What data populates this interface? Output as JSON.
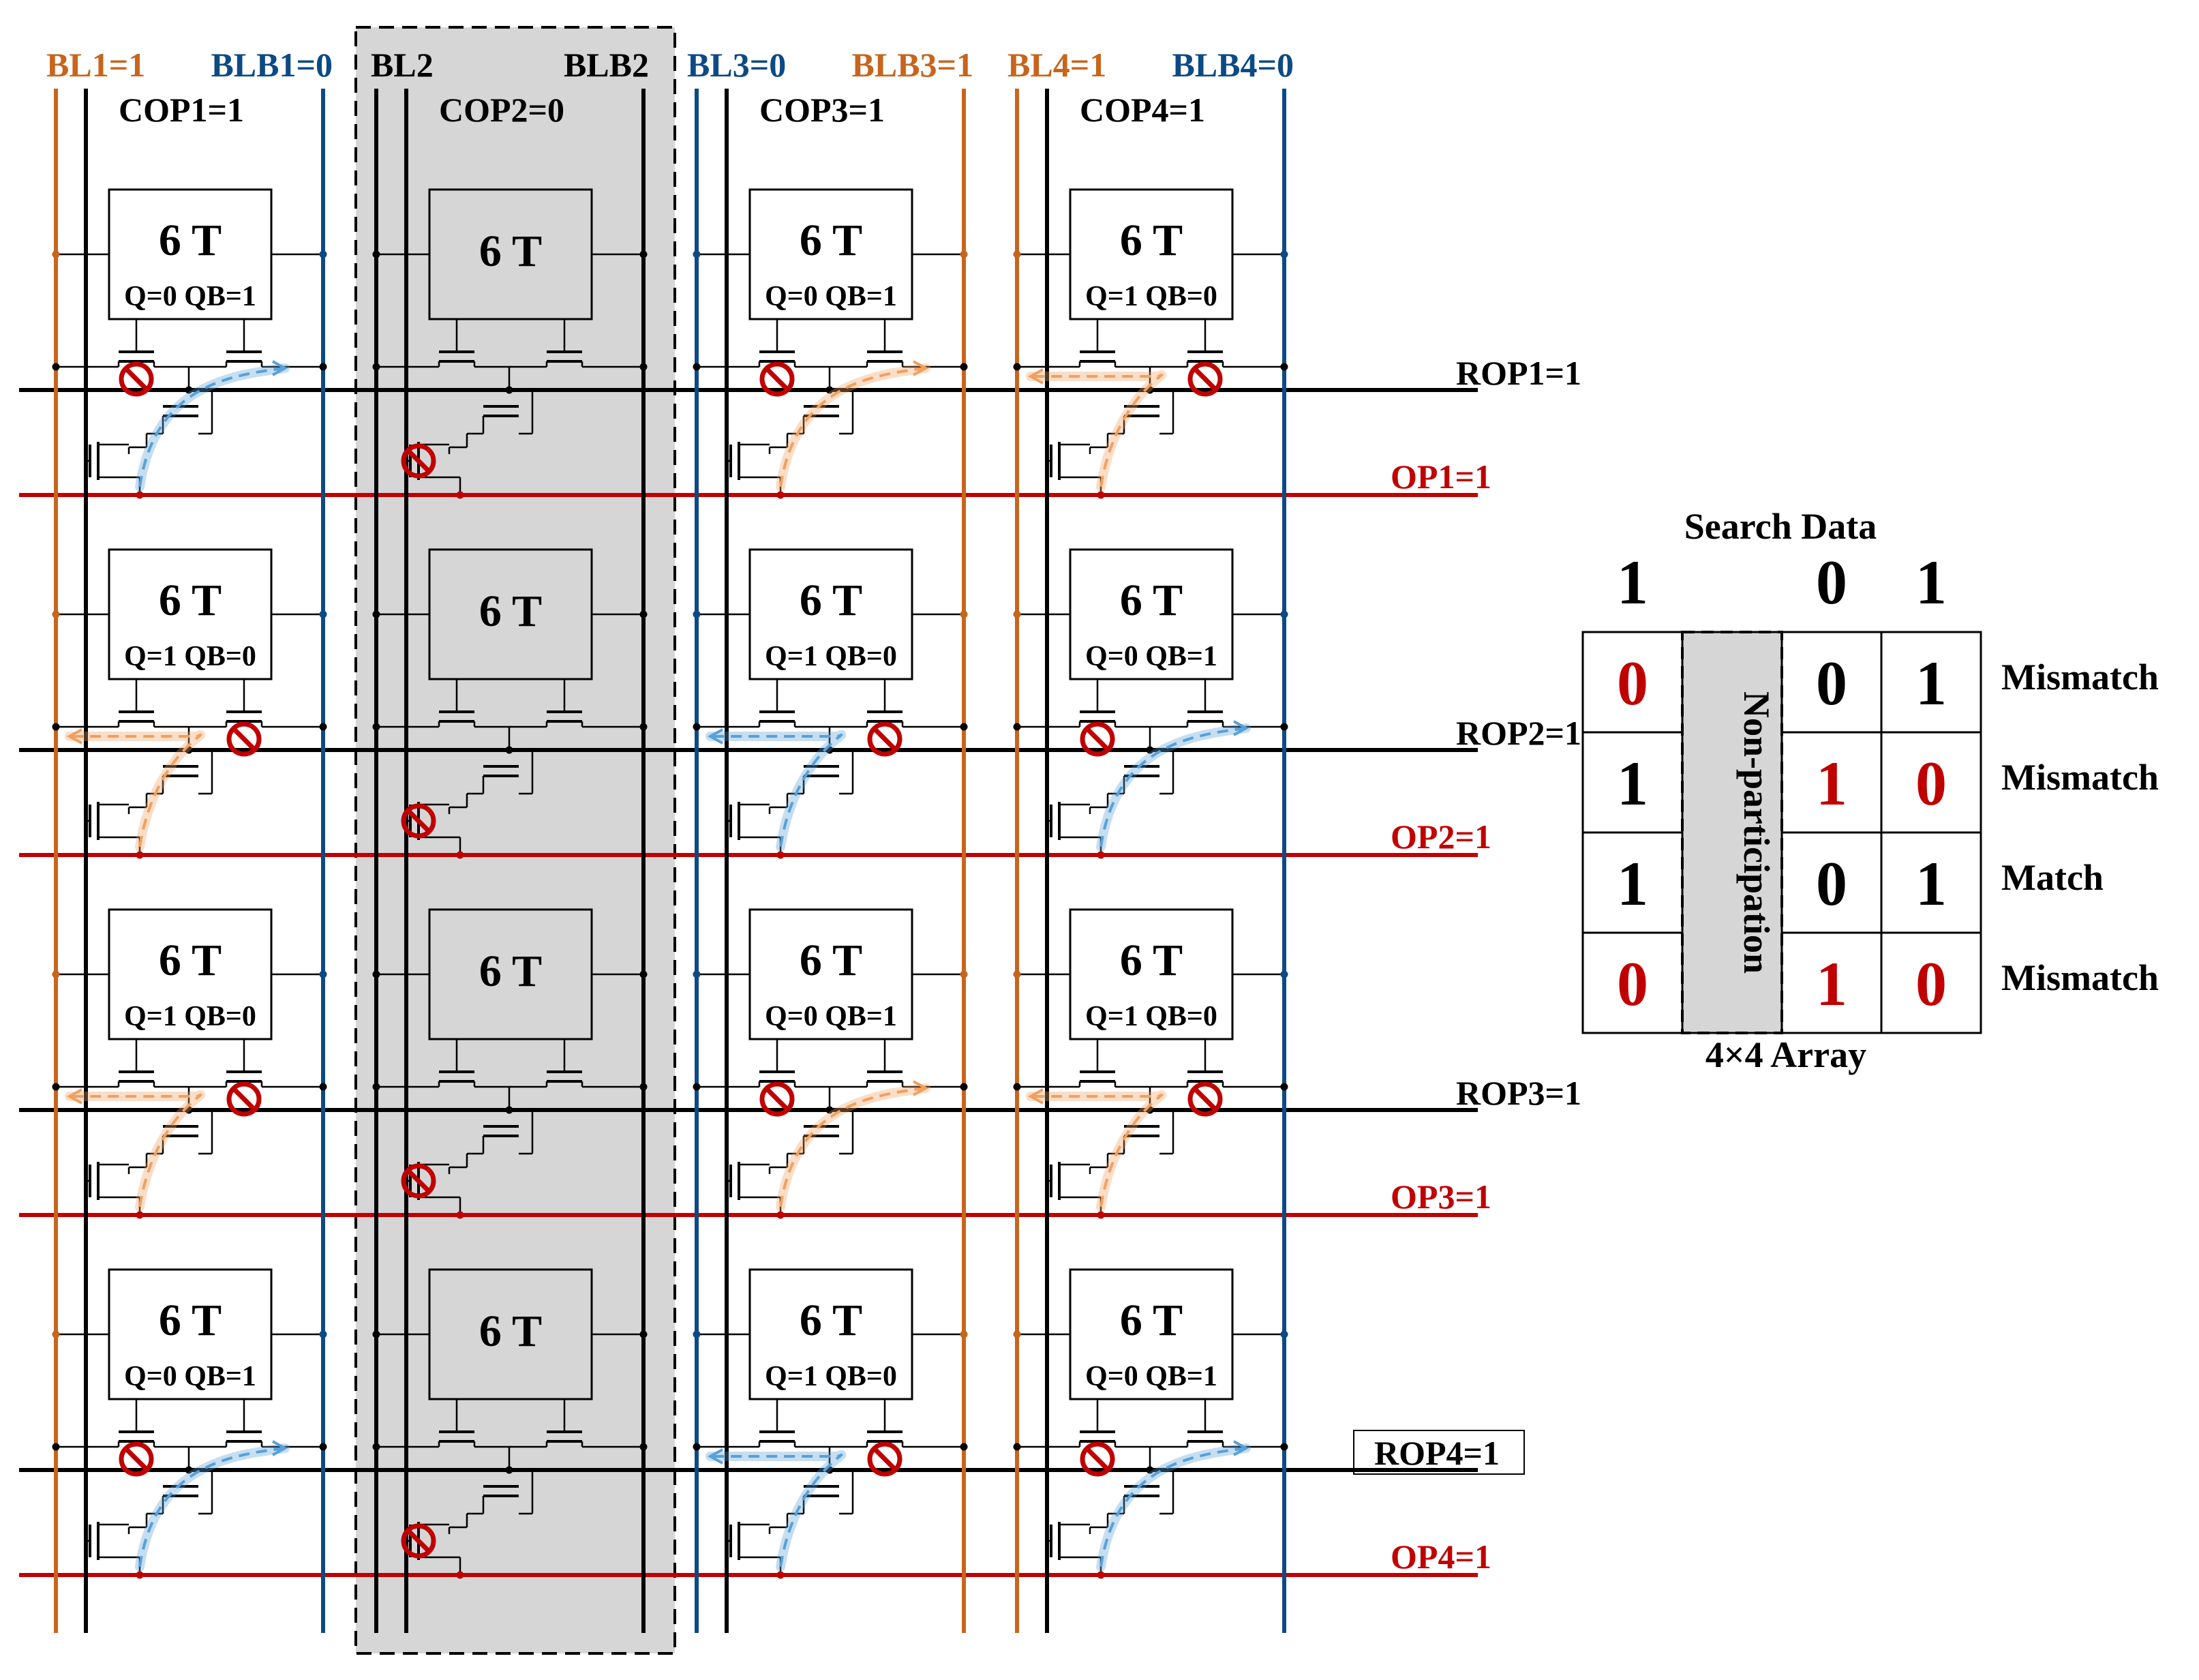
{
  "colors": {
    "bl": "#c7651d",
    "blb": "#0d4a85",
    "red": "#c00000",
    "black": "#000000",
    "shade": "#d6d6d6",
    "flow_blue": "#5aa0d8",
    "flow_orange": "#f0a060"
  },
  "columns": [
    {
      "bl_label": "BL1=1",
      "blb_label": "BLB1=0",
      "cop_label": "COP1=1",
      "bl_color": "bl",
      "blb_color": "blb",
      "participates": true
    },
    {
      "bl_label": "BL2",
      "blb_label": "BLB2",
      "cop_label": "COP2=0",
      "bl_color": "black",
      "blb_color": "black",
      "participates": false
    },
    {
      "bl_label": "BL3=0",
      "blb_label": "BLB3=1",
      "cop_label": "COP3=1",
      "bl_color": "blb",
      "blb_color": "bl",
      "participates": true
    },
    {
      "bl_label": "BL4=1",
      "blb_label": "BLB4=0",
      "cop_label": "COP4=1",
      "bl_color": "bl",
      "blb_color": "blb",
      "participates": true
    }
  ],
  "rows": [
    {
      "rop_label": "ROP1=1",
      "op_label": "OP1=1",
      "rop_boxed": false
    },
    {
      "rop_label": "ROP2=1",
      "op_label": "OP2=1",
      "rop_boxed": false
    },
    {
      "rop_label": "ROP3=1",
      "op_label": "OP3=1",
      "rop_boxed": false
    },
    {
      "rop_label": "ROP4=1",
      "op_label": "OP4=1",
      "rop_boxed": true
    }
  ],
  "cell_name": "6 T",
  "cells": [
    [
      {
        "state": "Q=0 QB=1",
        "off": "left",
        "flow": "right",
        "flow_color": "flow_blue"
      },
      {
        "state": "",
        "off": "",
        "flow": "",
        "flow_color": ""
      },
      {
        "state": "Q=0 QB=1",
        "off": "left",
        "flow": "right",
        "flow_color": "flow_orange"
      },
      {
        "state": "Q=1 QB=0",
        "off": "right",
        "flow": "left",
        "flow_color": "flow_orange"
      }
    ],
    [
      {
        "state": "Q=1 QB=0",
        "off": "right",
        "flow": "left",
        "flow_color": "flow_orange"
      },
      {
        "state": "",
        "off": "",
        "flow": "",
        "flow_color": ""
      },
      {
        "state": "Q=1 QB=0",
        "off": "right",
        "flow": "left",
        "flow_color": "flow_blue"
      },
      {
        "state": "Q=0 QB=1",
        "off": "left",
        "flow": "right",
        "flow_color": "flow_blue"
      }
    ],
    [
      {
        "state": "Q=1 QB=0",
        "off": "right",
        "flow": "left",
        "flow_color": "flow_orange"
      },
      {
        "state": "",
        "off": "",
        "flow": "",
        "flow_color": ""
      },
      {
        "state": "Q=0 QB=1",
        "off": "left",
        "flow": "right",
        "flow_color": "flow_orange"
      },
      {
        "state": "Q=1 QB=0",
        "off": "right",
        "flow": "left",
        "flow_color": "flow_orange"
      }
    ],
    [
      {
        "state": "Q=0 QB=1",
        "off": "left",
        "flow": "right",
        "flow_color": "flow_blue"
      },
      {
        "state": "",
        "off": "",
        "flow": "",
        "flow_color": ""
      },
      {
        "state": "Q=1 QB=0",
        "off": "right",
        "flow": "left",
        "flow_color": "flow_blue"
      },
      {
        "state": "Q=0 QB=1",
        "off": "left",
        "flow": "right",
        "flow_color": "flow_blue"
      }
    ]
  ],
  "table": {
    "title": "Search Data",
    "search": [
      "1",
      "",
      "0",
      "1"
    ],
    "nonpart_label": "Non-participation",
    "caption": "4×4 Array",
    "rows": [
      {
        "values": [
          "0",
          "",
          "0",
          "1"
        ],
        "colors": [
          "red",
          "",
          "black",
          "black"
        ],
        "result": "Mismatch"
      },
      {
        "values": [
          "1",
          "",
          "1",
          "0"
        ],
        "colors": [
          "black",
          "",
          "red",
          "red"
        ],
        "result": "Mismatch"
      },
      {
        "values": [
          "1",
          "",
          "0",
          "1"
        ],
        "colors": [
          "black",
          "",
          "black",
          "black"
        ],
        "result": "Match"
      },
      {
        "values": [
          "0",
          "",
          "1",
          "0"
        ],
        "colors": [
          "red",
          "",
          "red",
          "red"
        ],
        "result": "Mismatch"
      }
    ]
  }
}
